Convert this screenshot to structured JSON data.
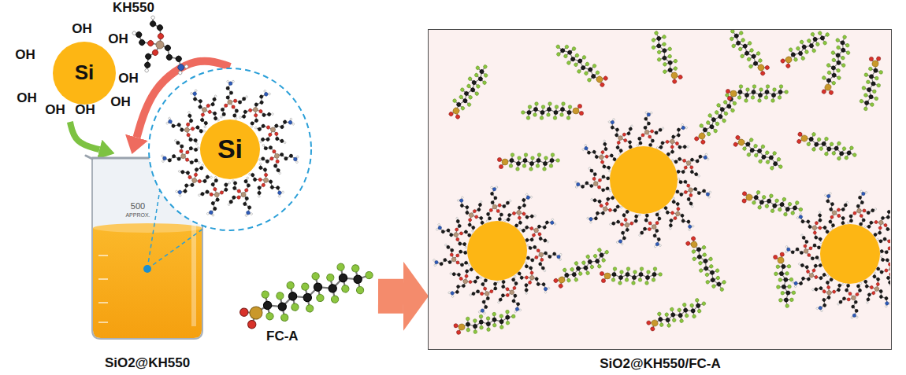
{
  "diagram": {
    "nodes": [
      {
        "text": [
          "Si"
        ]
      },
      {
        "text": [
          "KH550"
        ]
      },
      {
        "text": [
          "Si"
        ]
      },
      {
        "text": [
          "500",
          "APPROX.",
          "SiO2@KH550"
        ]
      },
      {
        "text": [
          "FC-A"
        ]
      },
      {
        "text": [
          "SiO2@KH550/FC-A"
        ]
      }
    ],
    "edges": [
      {
        "from": 0,
        "to": 3,
        "arrow": "to"
      },
      {
        "from": 2,
        "to": 3,
        "arrow": "to"
      },
      {
        "from": 4,
        "to": 5,
        "arrow": "to"
      }
    ],
    "labels": [
      "OH",
      "OH",
      "OH",
      "OH",
      "OH",
      "OH",
      "OH",
      "OH"
    ]
  }
}
